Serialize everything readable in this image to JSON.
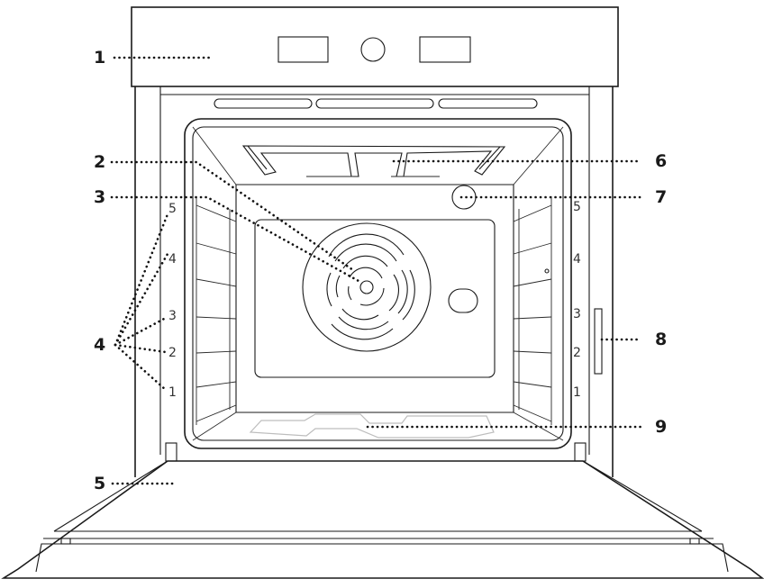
{
  "diagram": {
    "callouts": {
      "c1": "1",
      "c2": "2",
      "c3": "3",
      "c4": "4",
      "c5": "5",
      "c6": "6",
      "c7": "7",
      "c8": "8",
      "c9": "9"
    },
    "left_levels": [
      "5",
      "4",
      "3",
      "2",
      "1"
    ],
    "right_levels": [
      "5",
      "4",
      "3",
      "2",
      "1"
    ]
  }
}
